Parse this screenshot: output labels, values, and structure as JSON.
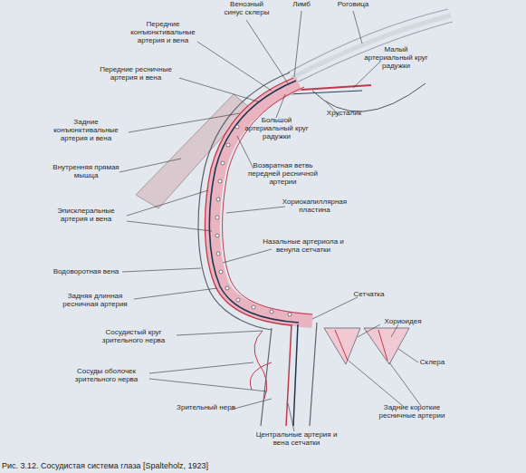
{
  "diagram": {
    "caption": "Рис. 3.12. Сосудистая система глаза [Spalteholz, 1923]",
    "labels": [
      "Венозный синус склеры",
      "Лимб",
      "Роговица",
      "Передние конъюнктивальные артерия и вена",
      "Малый артериальный круг радужки",
      "Передние ресничные артерия и вена",
      "Хрусталик",
      "Большой артериальный круг радужки",
      "Задние конъюнктивальные артерия и вена",
      "Возвратная ветвь передней ресничной артерии",
      "Внутренняя прямая мышца",
      "Хориокапиллярная пластина",
      "Эписклеральные артерия и вена",
      "Назальные артериола и венула сетчатки",
      "Водоворотная вена",
      "Задняя длинная ресничная артерия",
      "Сетчатка",
      "Хориоидея",
      "Сосудистый круг зрительного нерва",
      "Склера",
      "Сосуды оболочек зрительного нерва",
      "Зрительный нерв",
      "Задние короткие ресничные артерии",
      "Центральные артерия и вена сетчатки"
    ]
  }
}
